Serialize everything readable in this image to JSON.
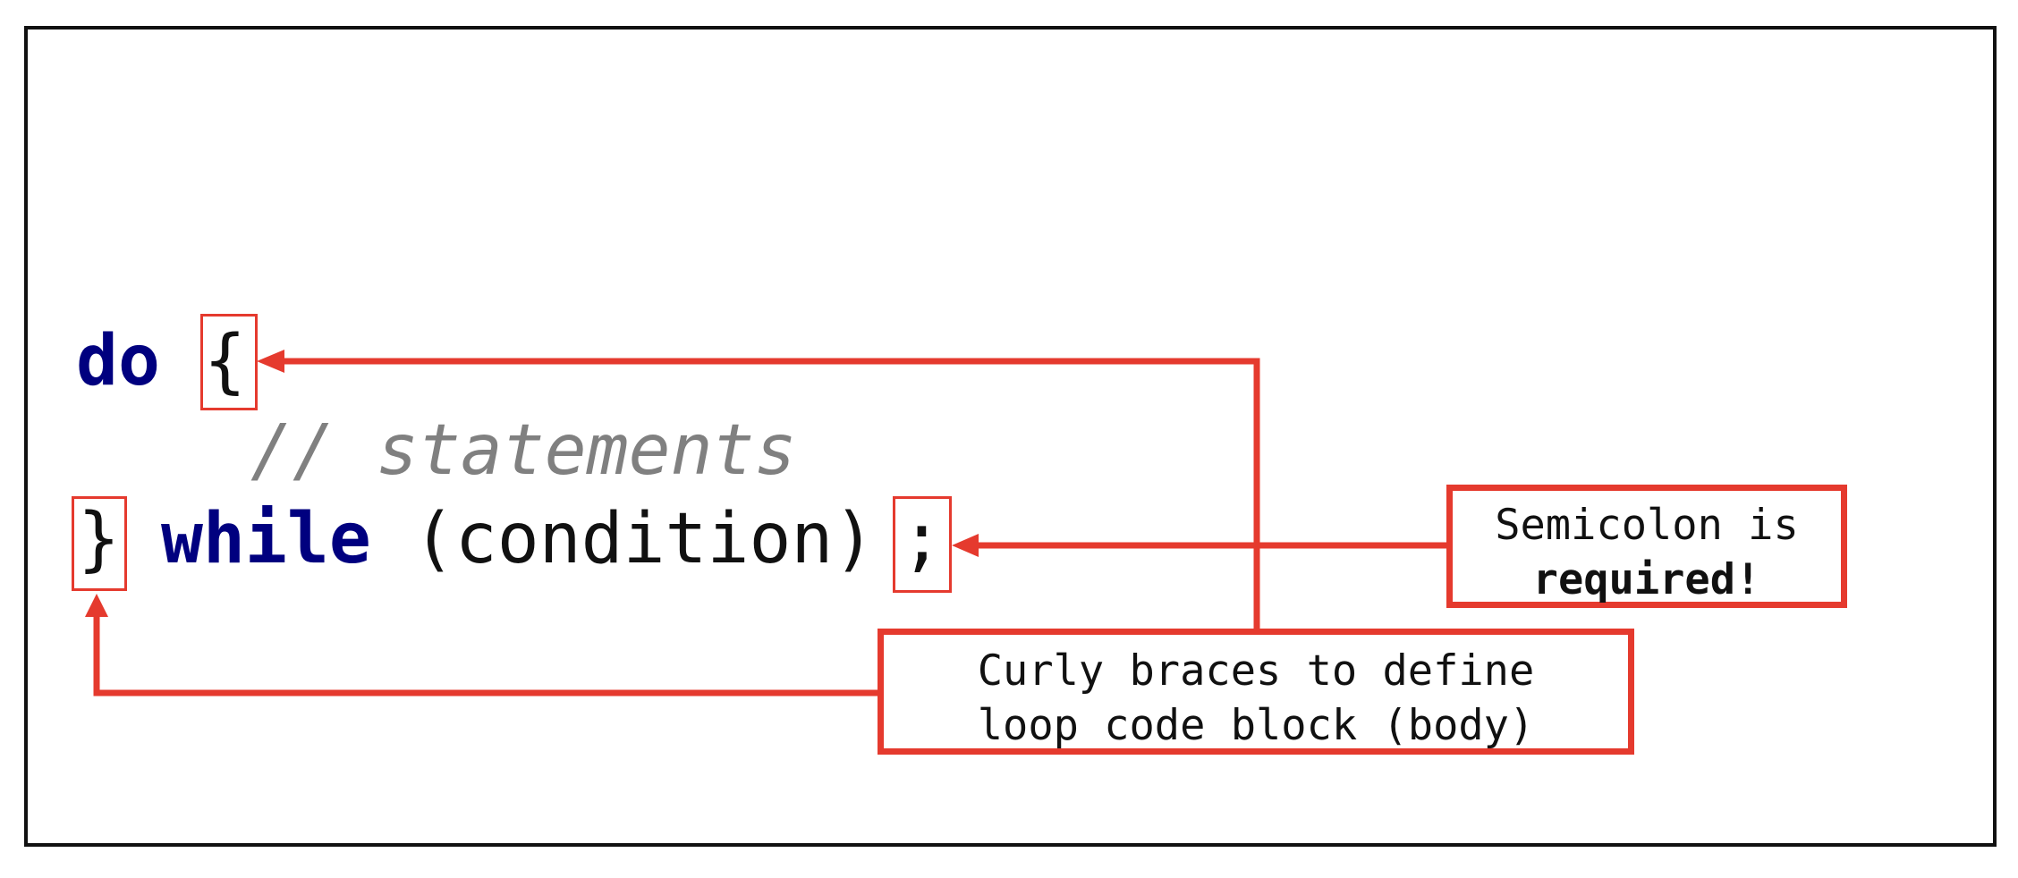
{
  "code": {
    "do_keyword": "do",
    "open_brace": "{",
    "comment": "// statements",
    "close_brace": "}",
    "while_keyword": "while",
    "condition": "(condition)",
    "semicolon": ";"
  },
  "callouts": {
    "semicolon": {
      "line1": "Semicolon is",
      "line2": "required!"
    },
    "braces": {
      "line1": "Curly braces to define",
      "line2": "loop code block (body)"
    }
  },
  "colors": {
    "keyword": "#00007f",
    "comment": "#808080",
    "annotation": "#e53a2e",
    "text": "#111111"
  }
}
